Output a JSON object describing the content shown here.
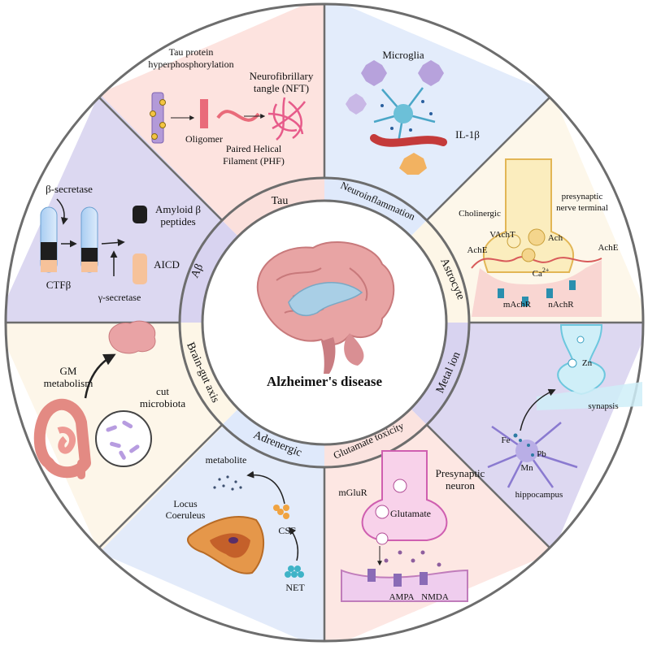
{
  "center": {
    "title": "Alzheimer's disease"
  },
  "ring_labels": {
    "tau": "Tau",
    "neuroinflammation": "Neuroinflammation",
    "astrocyte": "Astrocyte",
    "metal_ion": "Metal ion",
    "glutamate": "Glutamate toxicity",
    "adrenergic": "Adrenergic",
    "brain_gut": "Brain-gut axis",
    "abeta": "Aβ"
  },
  "tau_panel": {
    "tau_hyper": [
      "Tau protein",
      "hyperphosphorylation"
    ],
    "nft": [
      "Neurofibrillary",
      "tangle (NFT)"
    ],
    "oligomer": "Oligomer",
    "phf": [
      "Paired Helical",
      "Filament (PHF)"
    ]
  },
  "neuro_panel": {
    "microglia": "Microglia",
    "il1b": "IL-1β"
  },
  "cholinergic_panel": {
    "cholinergic": "Cholinergic",
    "presynaptic": [
      "presynaptic",
      "nerve terminal"
    ],
    "vacht": "VAchT",
    "ach": "Ach",
    "ache_left": "AchE",
    "ache_right": "AchE",
    "ca": "Ca",
    "ca_sup": "2+",
    "machr": "mAchR",
    "nachr": "nAchR"
  },
  "metal_panel": {
    "zn": "Zn",
    "synapsis": "synapsis",
    "fe": "Fe",
    "pb": "Pb",
    "mn": "Mn",
    "hippocampus": "hippocampus"
  },
  "glutamate_panel": {
    "mglur": "mGluR",
    "presynaptic": [
      "Presynaptic",
      "neuron"
    ],
    "glutamate": "Glutamate",
    "ampa": "AMPA",
    "nmda": "NMDA"
  },
  "adrenergic_panel": {
    "metabolite": "metabolite",
    "locus": [
      "Locus",
      "Coeruleus"
    ],
    "csf": "CSF",
    "net": "NET"
  },
  "gut_panel": {
    "gm": [
      "GM",
      "metabolism"
    ],
    "cut": [
      "cut",
      "microbiota"
    ]
  },
  "abeta_panel": {
    "beta_secretase": "β-secretase",
    "amyloid": [
      "Amyloid β",
      "peptides"
    ],
    "aicd": "AICD",
    "ctfb": "CTFβ",
    "gamma": "γ-secretase"
  },
  "colors": {
    "tau": "#fde3df",
    "neuro": "#e3ecfb",
    "astro": "#fdf7ea",
    "metal": "#ddd8f1",
    "glutamate": "#fde7e3",
    "adrenergic": "#e3ebfa",
    "gut": "#fdf6e9",
    "abeta": "#dcd8f1",
    "ring": "#ffffff",
    "stroke": "#6d6d6d"
  }
}
